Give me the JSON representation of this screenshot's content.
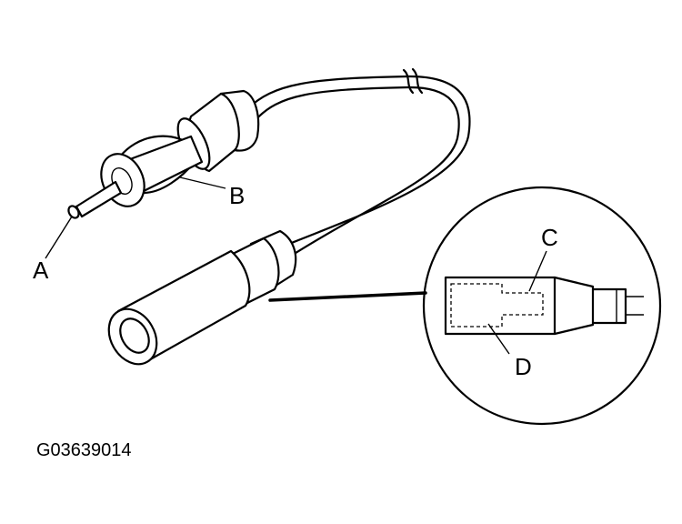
{
  "labels": {
    "a": "A",
    "b": "B",
    "c": "C",
    "d": "D"
  },
  "figure_code": "G03639014",
  "colors": {
    "ink": "#000000",
    "background": "#ffffff"
  }
}
